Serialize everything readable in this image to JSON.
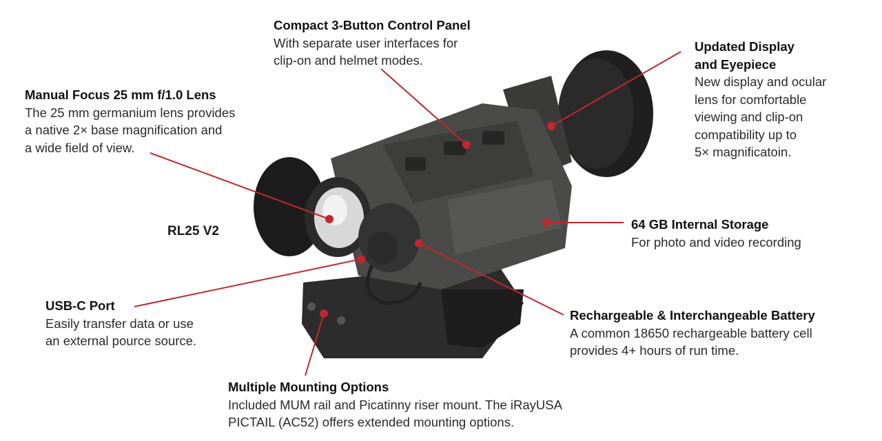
{
  "model_name": "RL25 V2",
  "callouts": {
    "control_panel": {
      "title": "Compact 3-Button Control Panel",
      "desc": "With separate user interfaces for\nclip-on and helmet modes."
    },
    "display": {
      "title": "Updated Display\nand Eyepiece",
      "desc": "New display and ocular\nlens for comfortable\nviewing and clip-on\ncompatibility up to\n5× magnificatoin."
    },
    "lens": {
      "title": "Manual Focus 25 mm f/1.0 Lens",
      "desc": "The 25 mm germanium lens provides\na native 2× base magnification and\na wide field of view."
    },
    "storage": {
      "title": "64 GB Internal Storage",
      "desc": "For photo and video recording"
    },
    "usb": {
      "title": "USB-C Port",
      "desc": "Easily transfer data or use\nan external pource source."
    },
    "battery": {
      "title": "Rechargeable & Interchangeable Battery",
      "desc": "A common 18650 rechargeable battery cell\nprovides 4+ hours of run time."
    },
    "mounting": {
      "title": "Multiple Mounting Options",
      "desc": "Included MUM rail and Picatinny riser mount. The iRayUSA\nPICTAIL (AC52) offers extended mounting options."
    }
  },
  "colors": {
    "leader": "#c1272d",
    "body": "#4a4b48",
    "rubber": "#222222"
  }
}
